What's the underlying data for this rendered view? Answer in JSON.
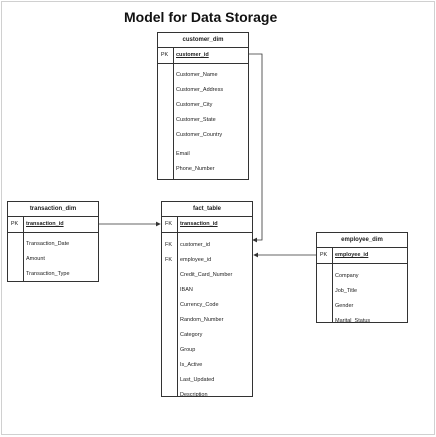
{
  "title": "Model for Data Storage",
  "tables": {
    "customer_dim": {
      "name": "customer_dim",
      "pk_label": "PK",
      "pk_field": "customer_id",
      "fields": [
        "Customer_Name",
        "Customer_Address",
        "Customer_City",
        "Customer_State",
        "Customer_Country",
        "Email",
        "Phone_Number"
      ]
    },
    "transaction_dim": {
      "name": "transaction_dim",
      "pk_label": "PK",
      "pk_field": "transaction_id",
      "fields": [
        "Transaction_Date",
        "Amount",
        "Transaction_Type"
      ]
    },
    "fact_table": {
      "name": "fact_table",
      "pk_label": "FK",
      "pk_field": "transaction_id",
      "fk_rows": [
        {
          "key": "FK",
          "field": "customer_id"
        },
        {
          "key": "FK",
          "field": "employee_id"
        }
      ],
      "fields": [
        "Credit_Card_Number",
        "IBAN",
        "Currency_Code",
        "Random_Number",
        "Category",
        "Group",
        "Is_Active",
        "Last_Updated",
        "Description"
      ]
    },
    "employee_dim": {
      "name": "employee_dim",
      "pk_label": "PK",
      "pk_field": "employee_id",
      "fields": [
        "Company",
        "Job_Title",
        "Gender",
        "Marital_Status"
      ]
    }
  },
  "relationships": [
    {
      "from": "transaction_dim.transaction_id",
      "to": "fact_table.transaction_id"
    },
    {
      "from": "customer_dim.customer_id",
      "to": "fact_table.customer_id"
    },
    {
      "from": "employee_dim.employee_id",
      "to": "fact_table.employee_id"
    }
  ]
}
